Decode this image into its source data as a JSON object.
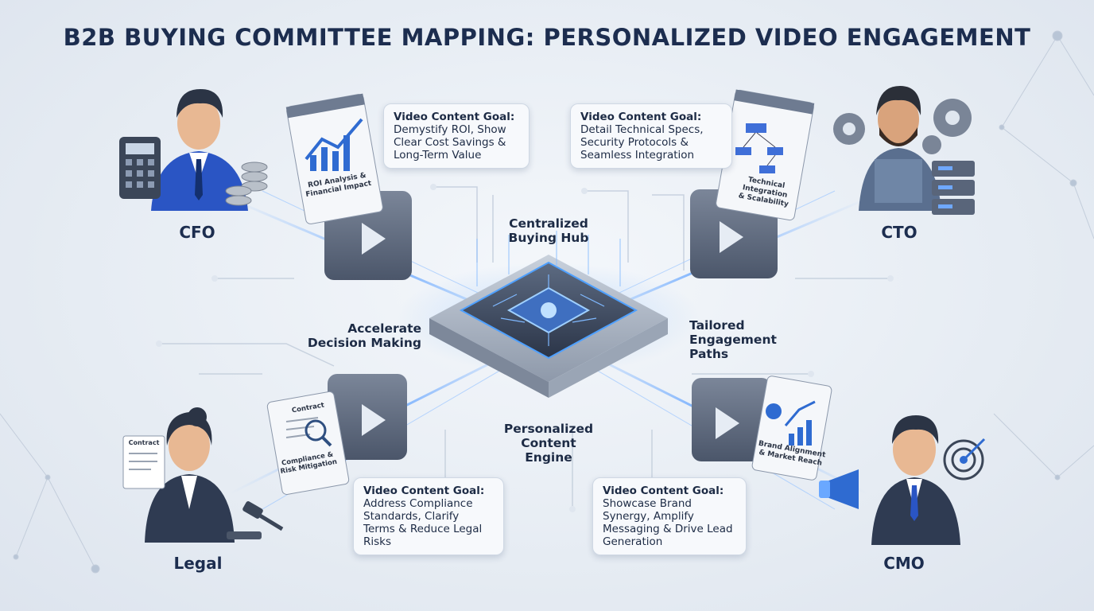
{
  "title": "B2B BUYING COMMITTEE MAPPING: PERSONALIZED VIDEO ENGAGEMENT",
  "hub": {
    "top": [
      "Centralized",
      "Buying Hub"
    ],
    "left": [
      "Accelerate",
      "Decision Making"
    ],
    "right": [
      "Tailored",
      "Engagement",
      "Paths"
    ],
    "bottom": [
      "Personalized",
      "Content",
      "Engine"
    ]
  },
  "roles": [
    {
      "id": "cfo",
      "label": "CFO",
      "goal_heading": "Video Content Goal:",
      "goal_lines": [
        "Demystify ROI, Show",
        "Clear Cost Savings &",
        "Long-Term Value"
      ],
      "card_lines": [
        "ROI Analysis &",
        "Financial Impact"
      ]
    },
    {
      "id": "cto",
      "label": "CTO",
      "goal_heading": "Video Content Goal:",
      "goal_lines": [
        "Detail Technical Specs,",
        "Security Protocols &",
        "Seamless Integration"
      ],
      "card_lines": [
        "Technical Integration",
        "& Scalability"
      ]
    },
    {
      "id": "legal",
      "label": "Legal",
      "goal_heading": "Video Content Goal:",
      "goal_lines": [
        "Address Compliance",
        "Standards, Clarify",
        "Terms & Reduce Legal",
        "Risks"
      ],
      "card_lines": [
        "Contract",
        "Compliance &",
        "Risk Mitigation"
      ],
      "doc_label": "Contract"
    },
    {
      "id": "cmo",
      "label": "CMO",
      "goal_heading": "Video Content Goal:",
      "goal_lines": [
        "Showcase Brand",
        "Synergy, Amplify",
        "Messaging & Drive Lead",
        "Generation"
      ],
      "card_lines": [
        "Brand Alignment",
        "& Market Reach"
      ]
    }
  ],
  "colors": {
    "accent": "#3d7bdc",
    "navy": "#1c2d4f",
    "glow": "#7fb6ff",
    "suit_blue": "#2a55c4",
    "suit_dark": "#2f3b52"
  }
}
